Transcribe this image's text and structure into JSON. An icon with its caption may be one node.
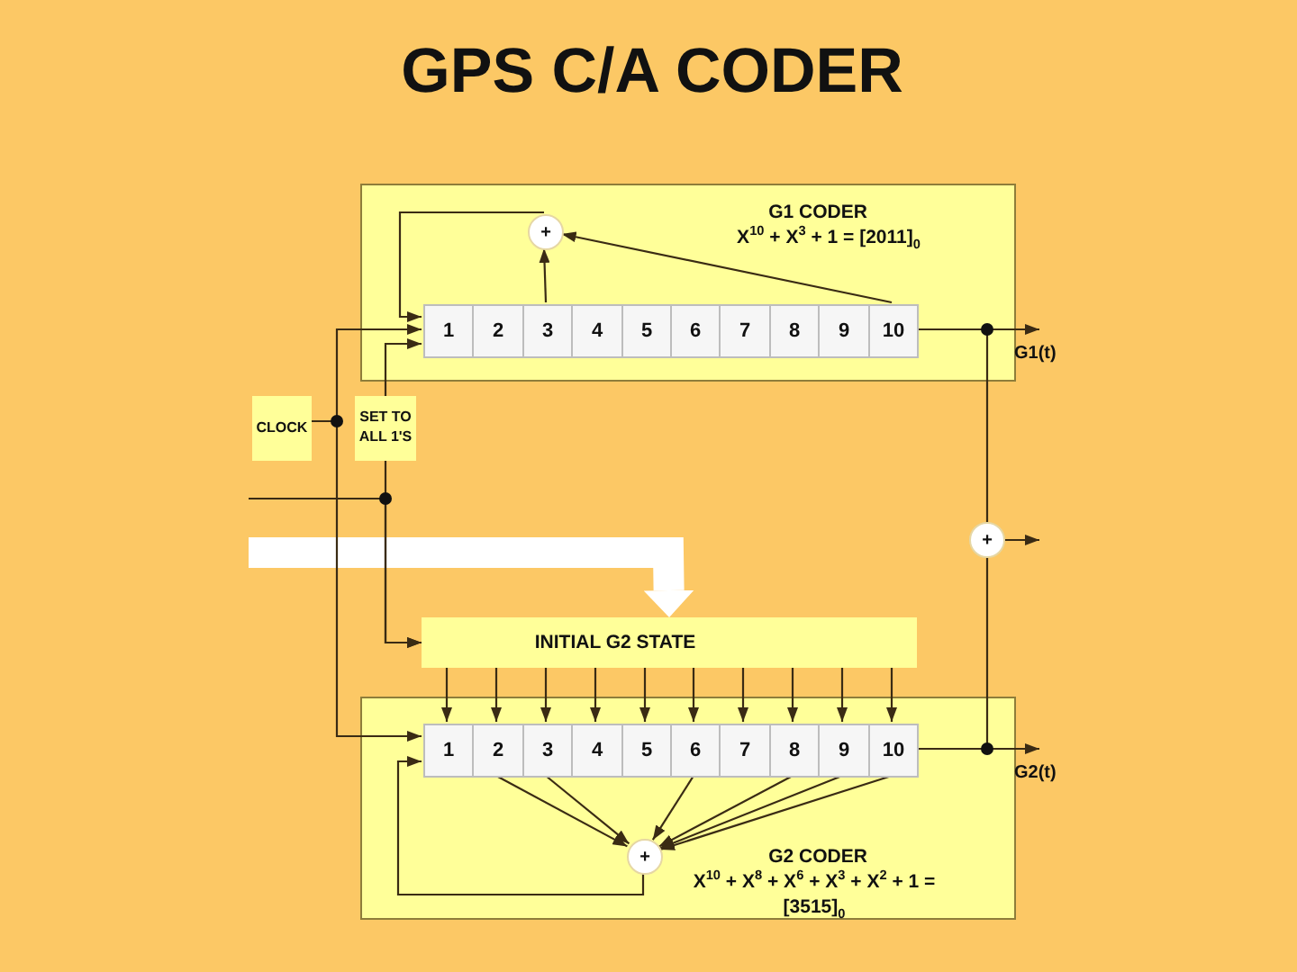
{
  "diagram": {
    "title": "GPS C/A CODER",
    "nodes": [
      {
        "text": [
          "G1 CODER",
          "X$^{10}$ + X$^{3}$ + 1 = [2011]$_{0}$"
        ]
      },
      {
        "text": [
          "+"
        ],
        "in": 0
      },
      {
        "text": [
          "1"
        ],
        "in": 0
      },
      {
        "text": [
          "2"
        ],
        "in": 0
      },
      {
        "text": [
          "3"
        ],
        "in": 0
      },
      {
        "text": [
          "4"
        ],
        "in": 0
      },
      {
        "text": [
          "5"
        ],
        "in": 0
      },
      {
        "text": [
          "6"
        ],
        "in": 0
      },
      {
        "text": [
          "7"
        ],
        "in": 0
      },
      {
        "text": [
          "8"
        ],
        "in": 0
      },
      {
        "text": [
          "9"
        ],
        "in": 0
      },
      {
        "text": [
          "10"
        ],
        "in": 0
      },
      {
        "text": [
          "CLOCK"
        ]
      },
      {
        "text": [
          "SET TO ALL 1'S"
        ]
      },
      {
        "text": [
          "+"
        ]
      },
      {
        "text": [
          "INITIAL G2 STATE"
        ]
      },
      {
        "text": [
          "G2 CODER",
          "X$^{10}$ + X$^{8}$ + X$^{6}$ + X$^{3}$ + X$^{2}$ + 1 = [3515]$_{0}$"
        ]
      },
      {
        "text": [
          "+"
        ],
        "in": 16
      },
      {
        "text": [
          "1"
        ],
        "in": 16
      },
      {
        "text": [
          "2"
        ],
        "in": 16
      },
      {
        "text": [
          "3"
        ],
        "in": 16
      },
      {
        "text": [
          "4"
        ],
        "in": 16
      },
      {
        "text": [
          "5"
        ],
        "in": 16
      },
      {
        "text": [
          "6"
        ],
        "in": 16
      },
      {
        "text": [
          "7"
        ],
        "in": 16
      },
      {
        "text": [
          "8"
        ],
        "in": 16
      },
      {
        "text": [
          "9"
        ],
        "in": 16
      },
      {
        "text": [
          "10"
        ],
        "in": 16
      }
    ],
    "edges": [
      {
        "from": 11,
        "to": null,
        "arrow": "to",
        "label": "G1(t)"
      },
      {
        "from": 11,
        "to": 14,
        "arrow": "none"
      },
      {
        "from": 27,
        "to": null,
        "arrow": "to",
        "label": "G2(t)"
      },
      {
        "from": 27,
        "to": 14,
        "arrow": "none"
      },
      {
        "from": 14,
        "to": null,
        "arrow": "to"
      },
      {
        "from": 4,
        "to": 1,
        "arrow": "to"
      },
      {
        "from": 11,
        "to": 1,
        "arrow": "to"
      },
      {
        "from": 1,
        "to": 2,
        "arrow": "to"
      },
      {
        "from": 12,
        "to": 2,
        "arrow": "to"
      },
      {
        "from": 12,
        "to": 18,
        "arrow": "to"
      },
      {
        "from": 13,
        "to": 2,
        "arrow": "to"
      },
      {
        "from": 13,
        "to": 15,
        "arrow": "to"
      },
      {
        "from": null,
        "to": 15,
        "arrow": "to"
      },
      {
        "from": null,
        "to": 15,
        "arrow": "to",
        "style": "thick",
        "color": "#ffffff"
      },
      {
        "from": 15,
        "to": 18,
        "arrow": "to"
      },
      {
        "from": 15,
        "to": 19,
        "arrow": "to"
      },
      {
        "from": 15,
        "to": 20,
        "arrow": "to"
      },
      {
        "from": 15,
        "to": 21,
        "arrow": "to"
      },
      {
        "from": 15,
        "to": 22,
        "arrow": "to"
      },
      {
        "from": 15,
        "to": 23,
        "arrow": "to"
      },
      {
        "from": 15,
        "to": 24,
        "arrow": "to"
      },
      {
        "from": 15,
        "to": 25,
        "arrow": "to"
      },
      {
        "from": 15,
        "to": 26,
        "arrow": "to"
      },
      {
        "from": 15,
        "to": 27,
        "arrow": "to"
      },
      {
        "from": 19,
        "to": 17,
        "arrow": "to"
      },
      {
        "from": 20,
        "to": 17,
        "arrow": "to"
      },
      {
        "from": 23,
        "to": 17,
        "arrow": "to"
      },
      {
        "from": 25,
        "to": 17,
        "arrow": "to"
      },
      {
        "from": 26,
        "to": 17,
        "arrow": "to"
      },
      {
        "from": 27,
        "to": 17,
        "arrow": "to"
      },
      {
        "from": 17,
        "to": 18,
        "arrow": "to"
      }
    ]
  }
}
